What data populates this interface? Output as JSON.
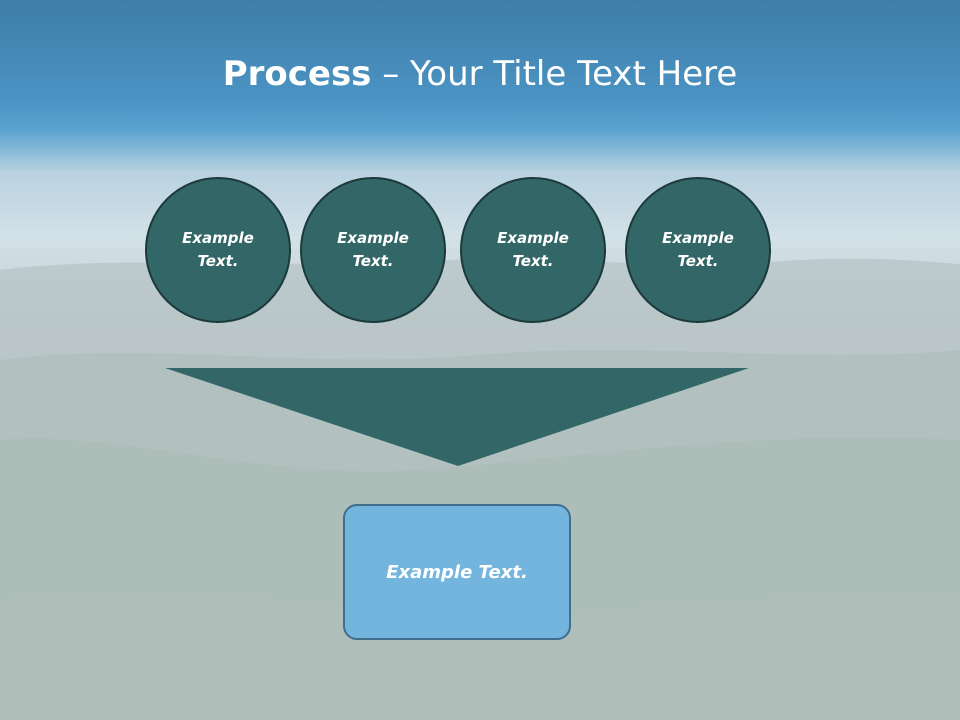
{
  "slide": {
    "title_bold": "Process",
    "title_rest": " – Your Title Text Here",
    "circles": [
      {
        "label": "Example Text."
      },
      {
        "label": "Example Text."
      },
      {
        "label": "Example Text."
      },
      {
        "label": "Example Text."
      }
    ],
    "result_box": {
      "label": "Example Text."
    }
  },
  "colors": {
    "circle_fill": "#336666",
    "funnel_fill": "#336666",
    "box_fill": "#74b5de",
    "title_band": "#4a93c4"
  }
}
